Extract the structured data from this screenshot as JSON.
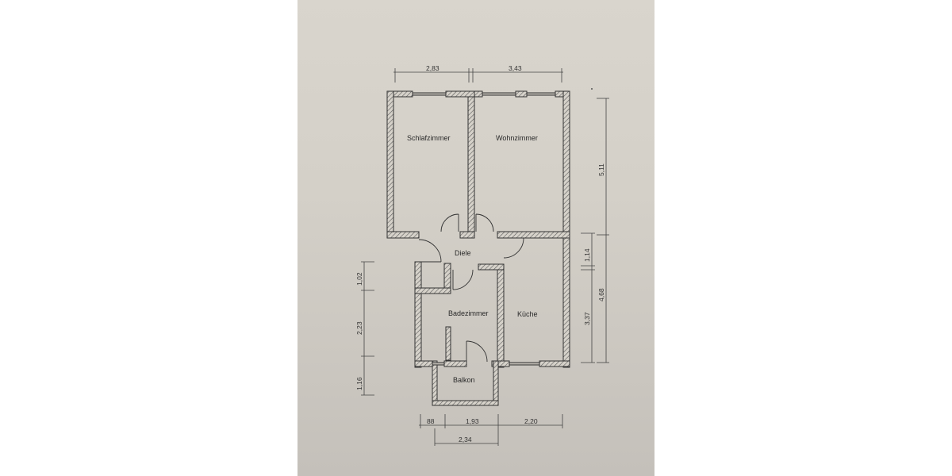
{
  "plan": {
    "rooms": [
      {
        "id": "schlafzimmer",
        "label": "Schlafzimmer"
      },
      {
        "id": "wohnzimmer",
        "label": "Wohnzimmer"
      },
      {
        "id": "diele",
        "label": "Diele"
      },
      {
        "id": "badezimmer",
        "label": "Badezimmer"
      },
      {
        "id": "kueche",
        "label": "Küche"
      },
      {
        "id": "balkon",
        "label": "Balkon"
      }
    ],
    "dimensions": {
      "top": [
        "2,83",
        "3,43"
      ],
      "right": [
        "5,11",
        "1,14",
        "4,68",
        "3,37"
      ],
      "left": [
        "1,02",
        "2,23",
        "1,16"
      ],
      "bottom": [
        "88",
        "1,93",
        "2,20",
        "2,34"
      ]
    },
    "colors": {
      "paper": "#d4d0c8",
      "wall": "#3a3a3a",
      "hatch": "#6a6a6a",
      "background": "#ffffff"
    }
  }
}
